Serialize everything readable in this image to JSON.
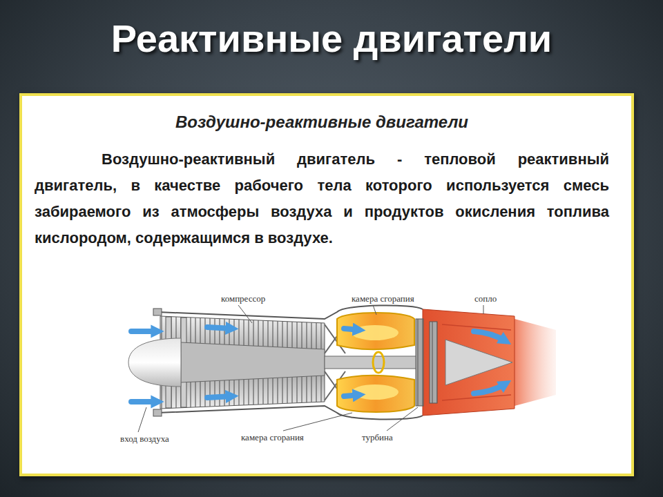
{
  "diagram": {
    "title": "Реактивные двигатели",
    "nodes": [
      {
        "text": [
          "Воздушно-реактивные двигатели",
          "Воздушно-реактивный двигатель - тепловой реактивный двигатель, в качестве рабочего тела которого используется смесь забираемого из атмосферы воздуха и продуктов окисления топлива кислородом, содержащимся в воздухе."
        ]
      }
    ],
    "labels": [
      "компрессор",
      "камера сгорапия",
      "сопло",
      "вход воздуха",
      "камера сгорания",
      "турбина"
    ]
  }
}
